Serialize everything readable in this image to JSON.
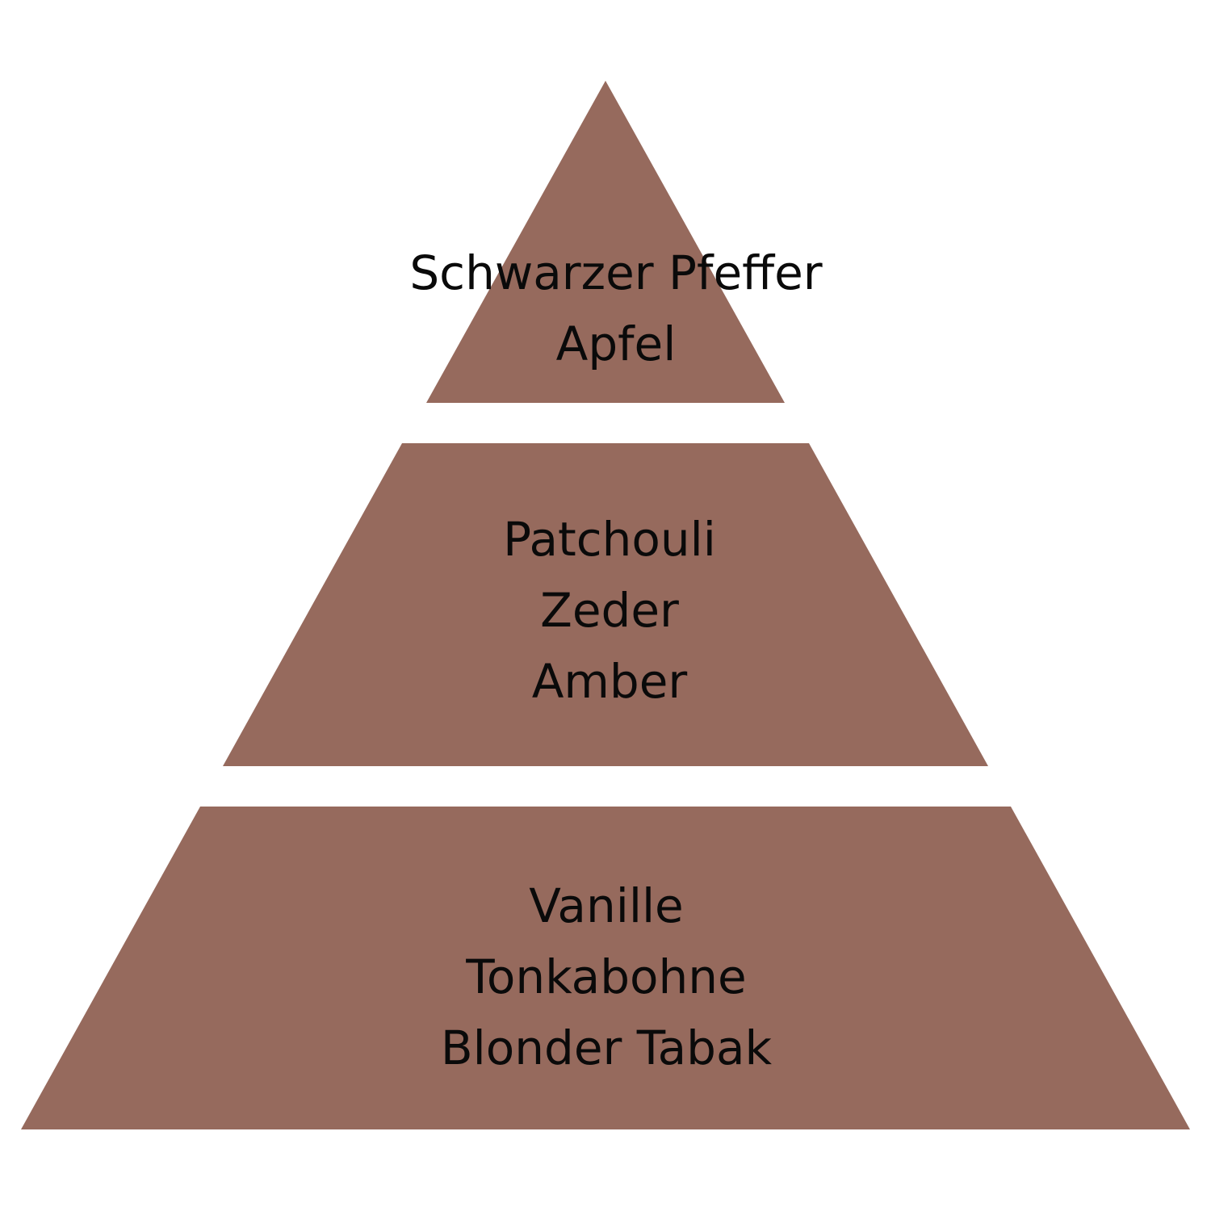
{
  "colors": {
    "background": "#ffffff",
    "tier_fill": "#966a5d",
    "text": "#0a0a0a"
  },
  "pyramid": {
    "top": {
      "notes": [
        "Schwarzer Pfeffer",
        "Apfel"
      ]
    },
    "middle": {
      "notes": [
        "Patchouli",
        "Zeder",
        "Amber"
      ]
    },
    "base": {
      "notes": [
        "Vanille",
        "Tonkabohne",
        "Blonder Tabak"
      ]
    }
  }
}
